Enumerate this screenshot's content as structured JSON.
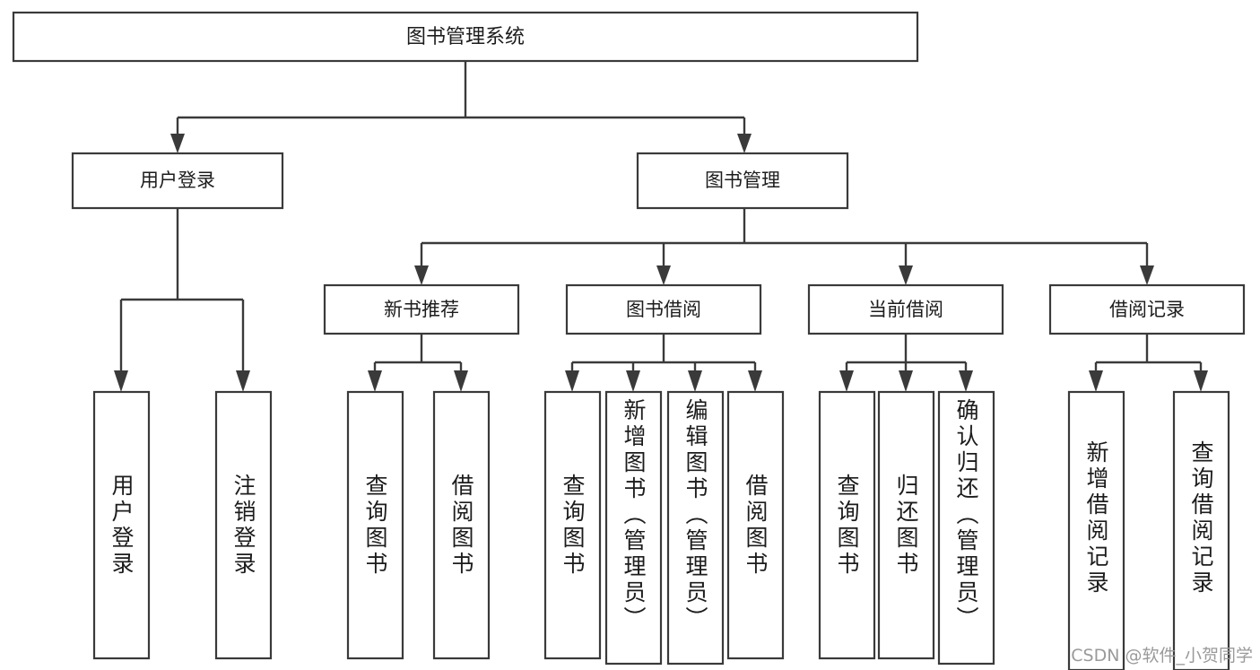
{
  "diagram": {
    "title": "图书管理系统",
    "type": "tree",
    "orientation": "top-down",
    "colors": {
      "box_stroke": "#3a3a3a",
      "box_fill": "#ffffff",
      "connector": "#3a3a3a",
      "text": "#1c1c1c",
      "watermark": "#9a9a9a",
      "background": "#ffffff"
    },
    "watermark": "CSDN @软件_小贺同学",
    "root": {
      "label": "图书管理系统"
    },
    "level2": [
      {
        "id": "user-login",
        "label": "用户登录"
      },
      {
        "id": "book-management",
        "label": "图书管理"
      }
    ],
    "level3": [
      {
        "id": "new-book-recommend",
        "label": "新书推荐",
        "parent": "book-management"
      },
      {
        "id": "book-borrow",
        "label": "图书借阅",
        "parent": "book-management"
      },
      {
        "id": "current-borrow",
        "label": "当前借阅",
        "parent": "book-management"
      },
      {
        "id": "borrow-record",
        "label": "借阅记录",
        "parent": "book-management"
      }
    ],
    "leaves": {
      "user-login": [
        {
          "id": "leaf-user-login",
          "label": "用户登录"
        },
        {
          "id": "leaf-user-logout",
          "label": "注销登录"
        }
      ],
      "new-book-recommend": [
        {
          "id": "leaf-query-book-1",
          "label": "查询图书"
        },
        {
          "id": "leaf-borrow-book-1",
          "label": "借阅图书"
        }
      ],
      "book-borrow": [
        {
          "id": "leaf-query-book-2",
          "label": "查询图书"
        },
        {
          "id": "leaf-add-book",
          "label": "新增图书（管理员）"
        },
        {
          "id": "leaf-edit-book",
          "label": "编辑图书（管理员）"
        },
        {
          "id": "leaf-borrow-book-2",
          "label": "借阅图书"
        }
      ],
      "current-borrow": [
        {
          "id": "leaf-query-book-3",
          "label": "查询图书"
        },
        {
          "id": "leaf-return-book",
          "label": "归还图书"
        },
        {
          "id": "leaf-confirm-return",
          "label": "确认归还（管理员）"
        }
      ],
      "borrow-record": [
        {
          "id": "leaf-add-record",
          "label": "新增借阅记录"
        },
        {
          "id": "leaf-query-record",
          "label": "查询借阅记录"
        }
      ]
    }
  }
}
